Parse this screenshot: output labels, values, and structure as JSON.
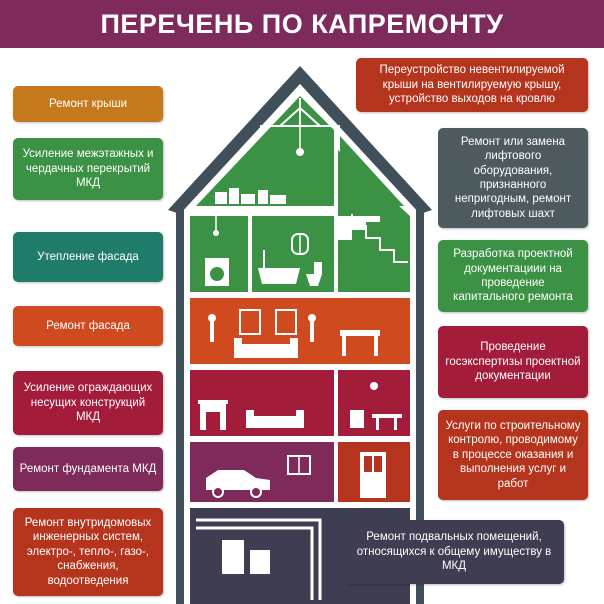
{
  "header": {
    "title": "ПЕРЕЧЕНЬ ПО КАПРЕМОНТУ"
  },
  "colors": {
    "header": "#7e2a5b",
    "orange": "#c6781c",
    "green": "#3b9244",
    "teal": "#1f7c6a",
    "orange_red": "#cf4a1e",
    "crimson": "#a31d3a",
    "purple": "#7e2a5b",
    "brick": "#b5341d",
    "gray": "#4d5a5e",
    "navy": "#3e3d52",
    "wall": "#40505a"
  },
  "left_items": [
    {
      "label": "Ремонт крыши"
    },
    {
      "label": "Усиление межэтажных и чердачных перекрытий МКД"
    },
    {
      "label": "Утепление фасада"
    },
    {
      "label": "Ремонт фасада"
    },
    {
      "label": "Усиление ограждающих несущих конструкций МКД"
    },
    {
      "label": "Ремонт фундамента МКД"
    },
    {
      "label": "Ремонт внутридомовых инженерных систем, электро-, тепло-, газо-, снабжения, водоотведения"
    }
  ],
  "right_items": [
    {
      "label": "Переустройство невентилируемой крыши на вентилируемую крышу, устройство выходов на кровлю"
    },
    {
      "label": "Ремонт или замена лифтового оборудования, признанного непригодным, ремонт лифтовых шахт"
    },
    {
      "label": "Разработка проектной документациии на проведение капитального ремонта"
    },
    {
      "label": "Проведение госэкспертизы проектной документации"
    },
    {
      "label": "Услуги по строительному контролю, проводимому в процессе оказания и выполнения услуг и работ"
    },
    {
      "label": "Ремонт подвальных помещений, относящихся к общему имуществу в МКД"
    }
  ],
  "icons": [
    "washing-machine-icon",
    "bathtub-icon",
    "toilet-icon",
    "lamp-icon",
    "window-icon",
    "sofa-icon",
    "fireplace-icon",
    "car-icon",
    "door-icon",
    "boiler-icon",
    "stairs-icon"
  ]
}
